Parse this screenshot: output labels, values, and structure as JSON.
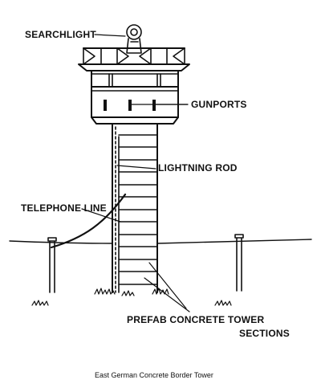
{
  "labels": {
    "searchlight": "SEARCHLIGHT",
    "gunports": "GUNPORTS",
    "lightning_rod": "LIGHTNING ROD",
    "telephone_line": "TELEPHONE LINE",
    "prefab_line1": "PREFAB CONCRETE TOWER",
    "prefab_line2": "SECTIONS"
  },
  "caption": "East German Concrete Border Tower"
}
